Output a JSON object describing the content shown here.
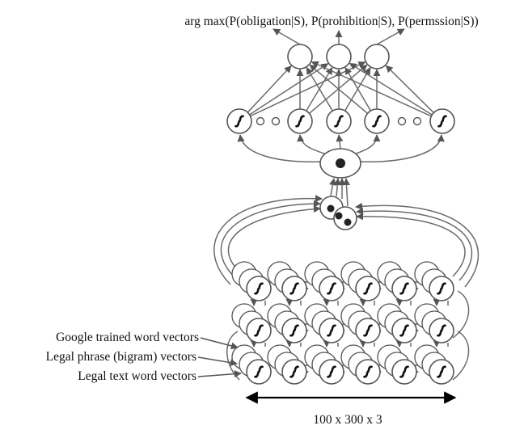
{
  "title": "arg max(P(obligation|S), P(prohibition|S), P(permssion|S))",
  "input_labels": [
    "Google trained word vectors",
    "Legal phrase (bigram) vectors",
    "Legal text word vectors"
  ],
  "dimension_label": "100 x 300 x 3",
  "icons": {
    "output_node": "output-neuron-icon",
    "hidden_node": "sigmoid-neuron-icon",
    "ellipsis": "ellipsis-dots-icon",
    "attention_node": "pooling-node-icon",
    "merge_node": "merge-node-icon",
    "conv_node": "conv-sigmoid-icon"
  },
  "colors": {
    "stroke": "#555555",
    "edge": "#6b6b6b",
    "text": "#111111",
    "fill": "#ffffff",
    "dot": "#222222"
  }
}
